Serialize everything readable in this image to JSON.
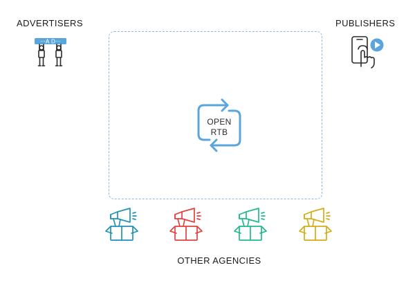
{
  "labels": {
    "advertisers": "ADVERTISERS",
    "publishers": "PUBLISHERS",
    "other_agencies": "OTHER AGENCIES"
  },
  "billboard": {
    "text": "···A D···"
  },
  "exchange": {
    "line1": "OPEN",
    "line2": "RTB"
  },
  "colors": {
    "accent_blue": "#5aa5dc",
    "box_border": "#8fb8d9",
    "agency_1": "#1d93b5",
    "agency_2": "#e2413c",
    "agency_3": "#20b98c",
    "agency_4": "#d5ac14"
  },
  "icons": {
    "advertisers": "billboard-workers-icon",
    "publishers": "touch-phone-play-icon",
    "exchange": "sync-arrows-icon",
    "agencies": "megaphone-box-icon"
  }
}
